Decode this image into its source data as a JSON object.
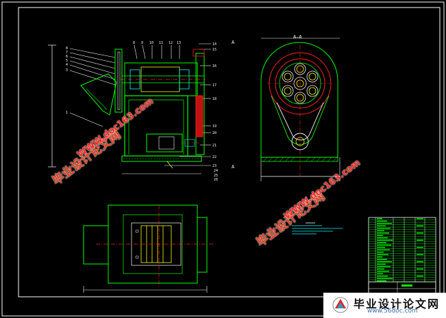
{
  "viewer": {
    "section_label": "A—A",
    "section_mark_top": "A",
    "section_mark_bottom": "A"
  },
  "watermarks": {
    "cn_text": "毕业设计论文网",
    "url_text": "WWW.doc163.com"
  },
  "footer": {
    "brand_cn": "毕业设计论文网",
    "brand_url": "www.56doc.com"
  },
  "colors": {
    "background": "#000000",
    "outline_green": "#00ff00",
    "outline_yellow": "#ffff00",
    "outline_red": "#ff2020",
    "outline_white": "#ffffff",
    "outline_cyan": "#00ffff",
    "watermark_red": "#e43c1c"
  }
}
